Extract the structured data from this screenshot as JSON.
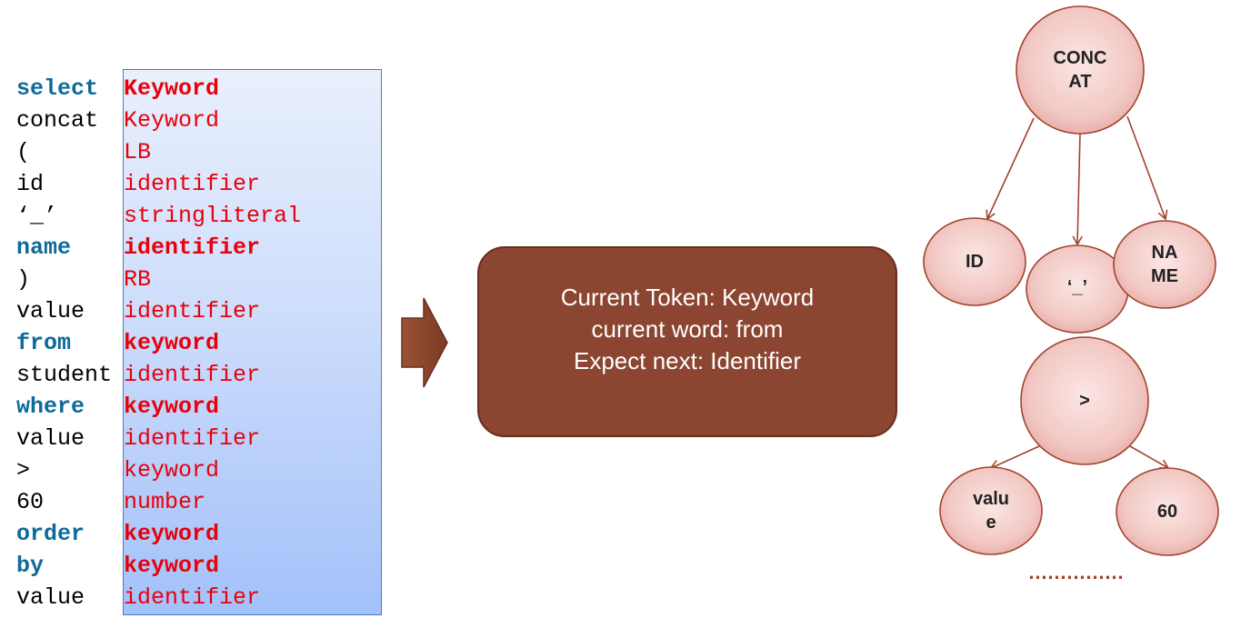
{
  "token_list": [
    {
      "word": "select",
      "token": "Keyword",
      "bold": true
    },
    {
      "word": "concat",
      "token": "Keyword",
      "bold": false
    },
    {
      "word": "(",
      "token": "LB",
      "bold": false
    },
    {
      "word": "id",
      "token": "identifier",
      "bold": false
    },
    {
      "word": "‘_’",
      "token": "stringliteral",
      "bold": false
    },
    {
      "word": "name",
      "token": "identifier",
      "bold": true
    },
    {
      "word": ")",
      "token": "RB",
      "bold": false
    },
    {
      "word": "value",
      "token": "identifier",
      "bold": false
    },
    {
      "word": "from",
      "token": "keyword",
      "bold": true
    },
    {
      "word": "student",
      "token": "identifier",
      "bold": false
    },
    {
      "word": "where",
      "token": "keyword",
      "bold": true
    },
    {
      "word": "value",
      "token": "identifier",
      "bold": false
    },
    {
      "word": ">",
      "token": "keyword",
      "bold": false
    },
    {
      "word": "60",
      "token": "number",
      "bold": false
    },
    {
      "word": "order",
      "token": "keyword",
      "bold": true
    },
    {
      "word": "by",
      "token": "keyword",
      "bold": true
    },
    {
      "word": "value",
      "token": "identifier",
      "bold": false
    }
  ],
  "state": {
    "line1": "Current Token: Keyword",
    "line2": "current word: from",
    "line3": "Expect next: Identifier"
  },
  "tree": {
    "root": "CONC\nAT",
    "child_id": "ID",
    "child_sep": "‘_’",
    "child_name": "NA\nME",
    "gt": ">",
    "leaf_value": "valu\ne",
    "leaf_60": "60",
    "ellipsis": "……………"
  },
  "colors": {
    "keyword_word": "#0e6a9a",
    "token_text": "#e8000b",
    "arrow": "#8b4530",
    "state_box": "#8b4530",
    "node_fill": "#f4c7c3",
    "node_edge": "#a0442c"
  }
}
